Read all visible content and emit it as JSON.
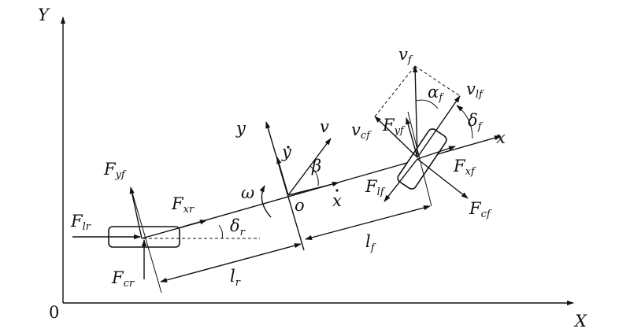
{
  "axes": {
    "x_label": "X",
    "y_label": "Y",
    "origin_label": "0"
  },
  "labels": {
    "y_local": "y",
    "x_local": "x",
    "y_dot": "y",
    "x_dot": "x",
    "v": "v",
    "beta": "β",
    "omega": "ω",
    "o": "o",
    "l": "l",
    "r": "r",
    "f": "f",
    "F": "F",
    "v_f": "v",
    "v_f_sub": "f",
    "v_lf": "v",
    "v_lf_sub": "lf",
    "v_cf": "v",
    "v_cf_sub": "cf",
    "alpha": "α",
    "alpha_sub": "f",
    "delta_f": "δ",
    "delta_f_sub": "f",
    "delta_r": "δ",
    "delta_r_sub": "r",
    "Fyf_front_sub": "yf",
    "Fxf_sub": "xf",
    "Flf_sub": "lf",
    "Fcf_sub": "cf",
    "Fyf_rear_sub": "yf",
    "Fxr_sub": "xr",
    "Flr_sub": "lr",
    "Fcr_sub": "cr",
    "lr_sub": "r",
    "lf_sub": "f"
  }
}
